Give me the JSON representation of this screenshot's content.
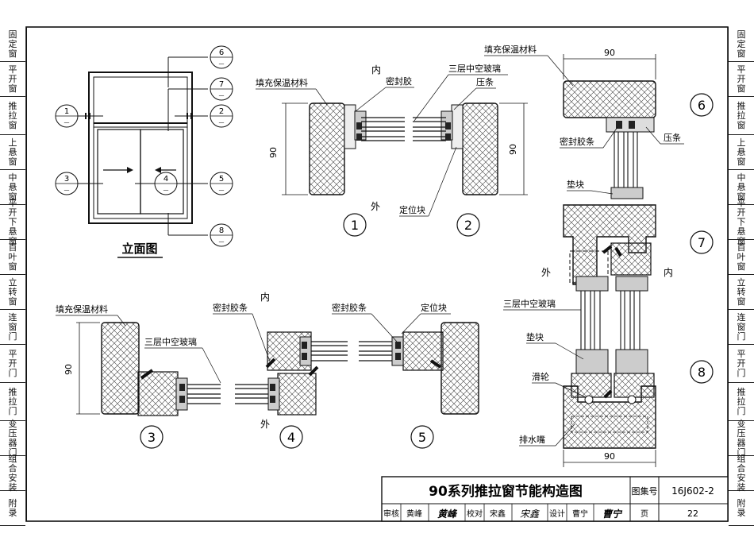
{
  "side_tabs_left": [
    "固定窗",
    "平开窗",
    "推拉窗",
    "上悬窗",
    "中悬窗",
    "平开下悬窗",
    "百叶窗",
    "立转窗",
    "连窗门",
    "平开门",
    "推拉门",
    "变压器门",
    "组合安装",
    "附录"
  ],
  "side_tabs_right": [
    "固定窗",
    "平开窗",
    "推拉窗",
    "上悬窗",
    "中悬窗",
    "平开下悬窗",
    "百叶窗",
    "立转窗",
    "连窗门",
    "平开门",
    "推拉门",
    "变压器门",
    "组合安装",
    "附录"
  ],
  "elevation": {
    "title": "立面图",
    "markers": [
      {
        "num": "1",
        "sub": "—"
      },
      {
        "num": "2",
        "sub": "—"
      },
      {
        "num": "3",
        "sub": "—"
      },
      {
        "num": "4",
        "sub": "—"
      },
      {
        "num": "5",
        "sub": "—"
      },
      {
        "num": "6",
        "sub": "—"
      },
      {
        "num": "7",
        "sub": "—"
      },
      {
        "num": "8",
        "sub": "—"
      }
    ]
  },
  "labels": {
    "fill_insulation": "填充保温材料",
    "inner": "内",
    "outer": "外",
    "sealant": "密封胶",
    "triple_glass": "三层中空玻璃",
    "bead": "压条",
    "locating_block": "定位块",
    "seal_strip": "密封胶条",
    "pad_block": "垫块",
    "pulley": "滑轮",
    "drain": "排水嘴",
    "dim90": "90"
  },
  "detail_numbers": [
    "1",
    "2",
    "3",
    "4",
    "5",
    "6",
    "7",
    "8"
  ],
  "title_block": {
    "title": "90系列推拉窗节能构造图",
    "atlas_label": "图集号",
    "atlas_no": "16J602-2",
    "review_label": "审核",
    "reviewer": "黄峰",
    "reviewer_sign": "黄峰",
    "check_label": "校对",
    "checker": "宋鑫",
    "checker_sign": "宋鑫",
    "design_label": "设计",
    "designer": "曹宁",
    "designer_sign": "曹宁",
    "page_label": "页",
    "page_no": "22"
  }
}
